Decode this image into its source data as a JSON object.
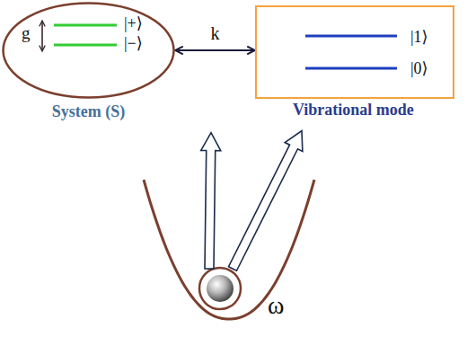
{
  "diagram": {
    "nodes": [
      {
        "text": [
          "g",
          "|+⟩",
          "|−⟩",
          "System (S)"
        ]
      },
      {
        "text": [
          "|1⟩",
          "|0⟩",
          "Vibrational mode"
        ]
      },
      {
        "text": [
          "ω"
        ]
      }
    ],
    "edges": [
      {
        "from": 0,
        "to": 1,
        "arrow": "both",
        "label": "k"
      },
      {
        "from": 2,
        "to": 0,
        "arrow": "to"
      },
      {
        "from": 2,
        "to": 1,
        "arrow": "to"
      }
    ]
  }
}
